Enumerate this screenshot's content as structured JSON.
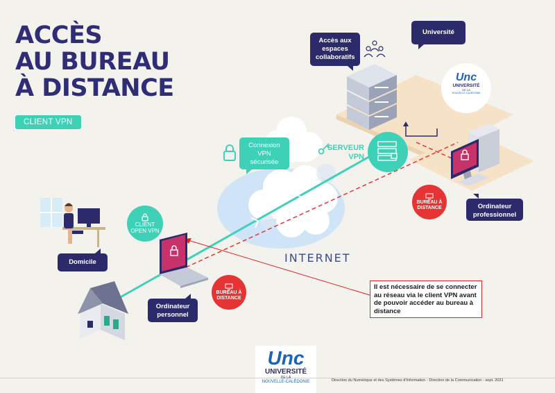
{
  "title": {
    "line1": "ACCÈS",
    "line2": "AU BUREAU",
    "line3": "À DISTANCE"
  },
  "subtitle": "CLIENT VPN",
  "callouts": {
    "university": "Université",
    "collab": "Accès aux espaces collaboratifs",
    "home": "Domicile",
    "personal_pc": "Ordinateur personnel",
    "pro_pc": "Ordinateur professionnel",
    "vpn_connection": "Connexion VPN sécurisée"
  },
  "client_openvpn": {
    "line1": "CLIENT",
    "line2": "OPEN VPN"
  },
  "vpn_server": {
    "line1": "SERVEUR",
    "line2": "VPN"
  },
  "remote_desktop": {
    "line1": "BUREAU À",
    "line2": "DISTANCE"
  },
  "internet_label": "INTERNET",
  "note": "Il est nécessaire de se connecter au réseau via le client VPN avant de pouvoir accéder au bureau à distance",
  "logo": {
    "mark": "Unc",
    "line1": "UNIVERSITÉ",
    "line2": "DE LA",
    "line3": "NOUVELLE-CALÉDONIE"
  },
  "footer": "Direction du Numérique et des Systèmes d'Information  -  Direction de la Communication - sept. 2021",
  "colors": {
    "navy": "#2b2a6b",
    "teal": "#3fd1b8",
    "red": "#e63434",
    "cloud": "#cfe4f7",
    "sand": "#f6e3c7"
  }
}
